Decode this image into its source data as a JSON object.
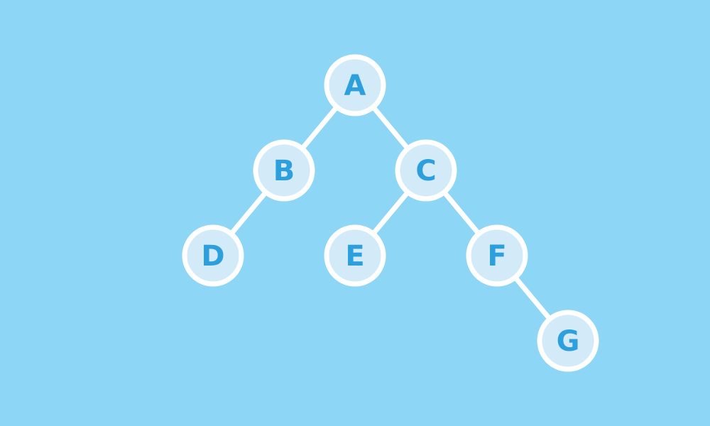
{
  "colors": {
    "background": "#8ed6f5",
    "edge": "#ffffff",
    "node_fill": "#d3ebf8",
    "node_stroke": "#ffffff",
    "label": "#2d9fdc"
  },
  "tree": {
    "nodes": [
      {
        "id": "A",
        "label": "A"
      },
      {
        "id": "B",
        "label": "B"
      },
      {
        "id": "C",
        "label": "C"
      },
      {
        "id": "D",
        "label": "D"
      },
      {
        "id": "E",
        "label": "E"
      },
      {
        "id": "F",
        "label": "F"
      },
      {
        "id": "G",
        "label": "G"
      }
    ],
    "edges": [
      {
        "from": "A",
        "to": "B"
      },
      {
        "from": "A",
        "to": "C"
      },
      {
        "from": "B",
        "to": "D"
      },
      {
        "from": "C",
        "to": "E"
      },
      {
        "from": "C",
        "to": "F"
      },
      {
        "from": "F",
        "to": "G"
      }
    ]
  }
}
